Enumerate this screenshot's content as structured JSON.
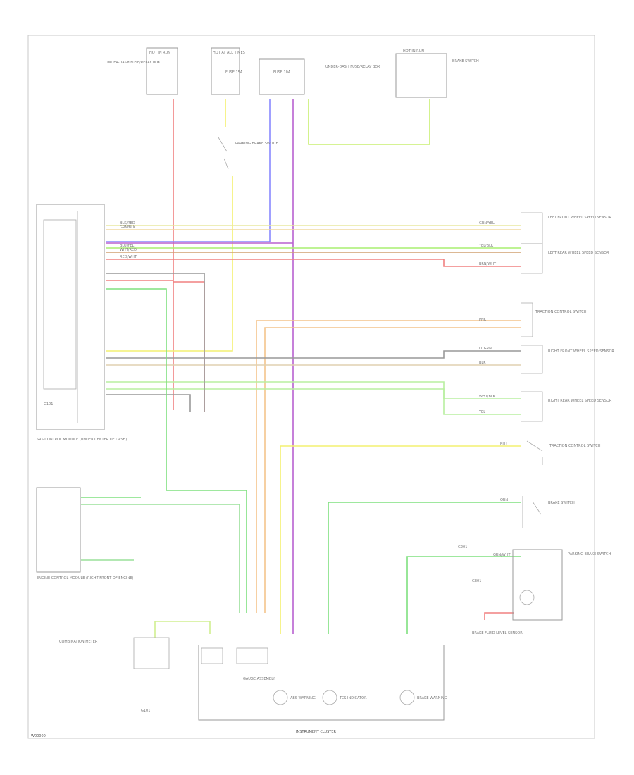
{
  "diagram_id": "W00000",
  "component_labels": {
    "ssrs_control": "SRS CONTROL MODULE (UNDER CENTER OF DASH)",
    "engine_ecm": "ENGINE CONTROL MODULE (RIGHT FRONT OF ENGINE)",
    "instrument_cluster": "INSTRUMENT CLUSTER",
    "traction_switch": "TRACTION CONTROL SWITCH",
    "brake_switch": "BRAKE SWITCH",
    "parking_brake": "PARKING BRAKE SWITCH",
    "brake_fluid": "BRAKE FLUID LEVEL SENSOR",
    "lf_wss": "LEFT FRONT WHEEL SPEED SENSOR",
    "rf_wss": "RIGHT FRONT WHEEL SPEED SENSOR",
    "lr_wss": "LEFT REAR WHEEL SPEED SENSOR",
    "rr_wss": "RIGHT REAR WHEEL SPEED SENSOR",
    "ground_g101": "G101",
    "ground_g201": "G201",
    "ground_g301": "G301",
    "hot_run": "HOT IN RUN",
    "hot_at_all": "HOT AT ALL TIMES",
    "fuse_10a": "FUSE 10A",
    "fuse_15a": "FUSE 15A",
    "fuse_box": "UNDER-DASH FUSE/RELAY BOX",
    "vsa_abs": "ABS WARNING",
    "tcs_ind": "TCS INDICATOR",
    "brake_ind": "BRAKE WARNING",
    "combination_meter": "COMBINATION METER",
    "gauge_assembly": "GAUGE ASSEMBLY"
  },
  "wire_labels": [
    "BLK/RED",
    "GRN/BLK",
    "BLU/YEL",
    "WHT/RED",
    "RED/WHT",
    "GRN/YEL",
    "YEL/BLK",
    "BRN/WHT",
    "PNK",
    "LT GRN",
    "BLK",
    "WHT/BLK",
    "YEL",
    "BLU",
    "ORN",
    "GRN/WHT"
  ],
  "colors": {
    "red": "#f08080",
    "purple": "#b050c8",
    "blue": "#8080ff",
    "yellow": "#f0f070",
    "green": "#7fe07f",
    "orange": "#f4c48c",
    "gray": "#888888",
    "frame": "#c8c8c8"
  }
}
